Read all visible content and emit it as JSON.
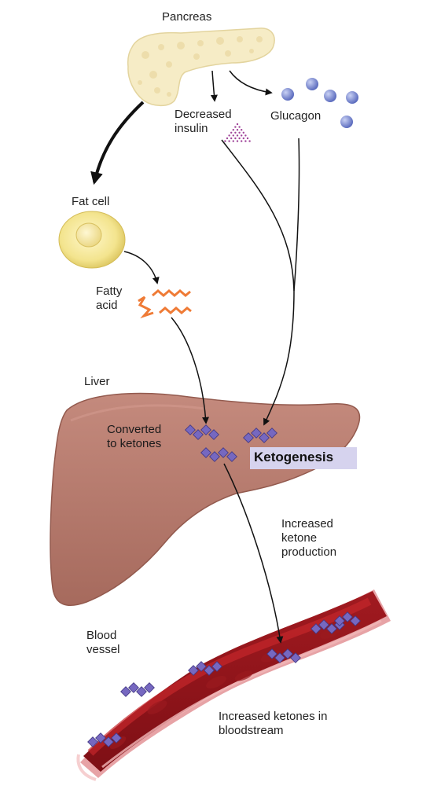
{
  "labels": {
    "pancreas": "Pancreas",
    "decreased_insulin": "Decreased\ninsulin",
    "glucagon": "Glucagon",
    "fat_cell": "Fat cell",
    "fatty_acid": "Fatty\nacid",
    "liver": "Liver",
    "converted": "Converted\nto ketones",
    "ketogenesis": "Ketogenesis",
    "increased_production": "Increased\nketone\nproduction",
    "blood_vessel": "Blood\nvessel",
    "increased_bloodstream": "Increased ketones in\nbloodstream"
  },
  "colors": {
    "pancreas": "#f6ecc6",
    "glucagon": "#6f7fcf",
    "insulin": "#a0459a",
    "fat_cell": "#f3e48e",
    "fatty_acid": "#ef7b36",
    "liver": "#b87a6d",
    "ketone": "#7668c0",
    "vessel": "#c4262b",
    "ketogenesis_box": "#d6d3ee"
  }
}
